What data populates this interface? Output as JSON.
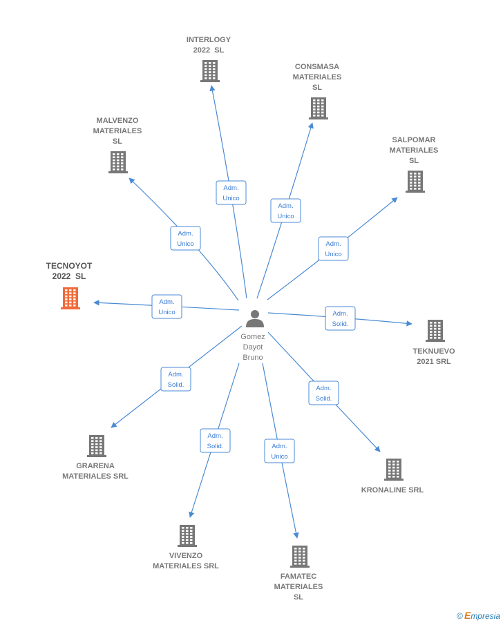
{
  "center": {
    "name_lines": [
      "Gomez",
      "Dayot",
      "Bruno"
    ],
    "icon": "person-icon"
  },
  "companies": [
    {
      "id": "interlogy",
      "lines": [
        "INTERLOGY",
        "2022  SL"
      ],
      "relation": [
        "Adm.",
        "Unico"
      ],
      "highlight": false
    },
    {
      "id": "consmasa",
      "lines": [
        "CONSMASA",
        "MATERIALES",
        "SL"
      ],
      "relation": [
        "Adm.",
        "Unico"
      ],
      "highlight": false
    },
    {
      "id": "malvenzo",
      "lines": [
        "MALVENZO",
        "MATERIALES",
        "SL"
      ],
      "relation": [
        "Adm.",
        "Unico"
      ],
      "highlight": false
    },
    {
      "id": "salpomar",
      "lines": [
        "SALPOMAR",
        "MATERIALES",
        "SL"
      ],
      "relation": [
        "Adm.",
        "Unico"
      ],
      "highlight": false
    },
    {
      "id": "tecnoyot",
      "lines": [
        "TECNOYOT",
        "2022  SL"
      ],
      "relation": [
        "Adm.",
        "Unico"
      ],
      "highlight": true
    },
    {
      "id": "teknuevo",
      "lines": [
        "TEKNUEVO",
        "2021 SRL"
      ],
      "relation": [
        "Adm.",
        "Solid."
      ],
      "highlight": false
    },
    {
      "id": "grarena",
      "lines": [
        "GRARENA",
        "MATERIALES SRL"
      ],
      "relation": [
        "Adm.",
        "Solid."
      ],
      "highlight": false
    },
    {
      "id": "kronaline",
      "lines": [
        "KRONALINE SRL"
      ],
      "relation": [
        "Adm.",
        "Solid."
      ],
      "highlight": false
    },
    {
      "id": "vivenzo",
      "lines": [
        "VIVENZO",
        "MATERIALES SRL"
      ],
      "relation": [
        "Adm.",
        "Solid."
      ],
      "highlight": false
    },
    {
      "id": "famatec",
      "lines": [
        "FAMATEC",
        "MATERIALES",
        "SL"
      ],
      "relation": [
        "Adm.",
        "Unico"
      ],
      "highlight": false
    }
  ],
  "colors": {
    "edge": "#4a8ad4",
    "building": "#777777",
    "building_highlight": "#f26a3a",
    "text": "#777777"
  },
  "brand": {
    "copyright_symbol": "©",
    "e_letter": "E",
    "rest": "mpresia"
  }
}
